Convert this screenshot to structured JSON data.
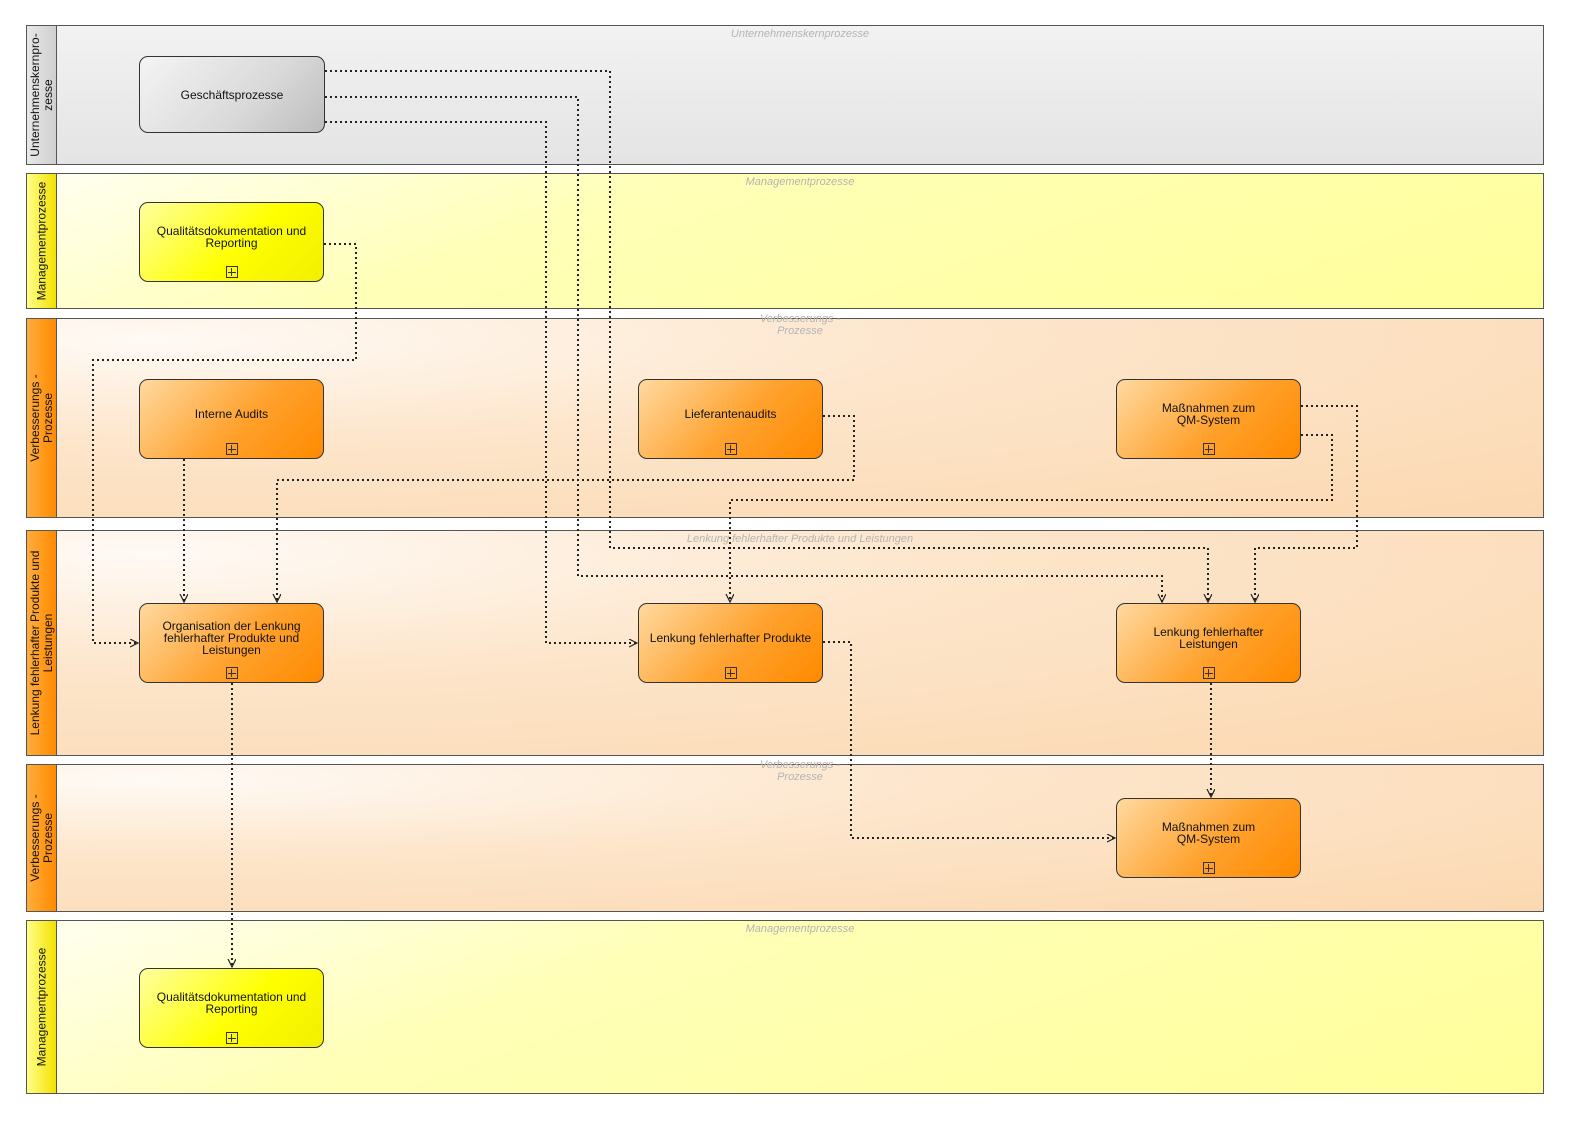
{
  "lanes": [
    {
      "label": "Unternehmenskernpro-\nzesse",
      "watermark": "Unternehmenskernprozesse"
    },
    {
      "label": "Managementprozesse",
      "watermark": "Managementprozesse"
    },
    {
      "label": "Verbesserungs -\nProzesse",
      "watermark": "Verbesserungs -\nProzesse"
    },
    {
      "label": "Lenkung fehlerhafter Produkte und\nLeistungen",
      "watermark": "Lenkung fehlerhafter Produkte und Leistungen"
    },
    {
      "label": "Verbesserungs -\nProzesse",
      "watermark": "Verbesserungs -\nProzesse"
    },
    {
      "label": "Managementprozesse",
      "watermark": "Managementprozesse"
    }
  ],
  "tasks": {
    "geschaeftsprozesse": "Geschäftsprozesse",
    "qualitaetsdoku_1": "Qualitätsdokumentation und\nReporting",
    "interne_audits": "Interne Audits",
    "lieferantenaudits": "Lieferantenaudits",
    "massnahmen_1": "Maßnahmen zum\nQM-System",
    "organisation_lenkung": "Organisation der Lenkung\nfehlerhafter Produkte und\nLeistungen",
    "lenkung_produkte": "Lenkung fehlerhafter Produkte",
    "lenkung_leistungen": "Lenkung fehlerhafter\nLeistungen",
    "massnahmen_2": "Maßnahmen zum\nQM-System",
    "qualitaetsdoku_2": "Qualitätsdokumentation und\nReporting"
  },
  "colors": {
    "grey_lane": "#e6e6e6",
    "yellow_lane": "#ffff9a",
    "orange_lane": "#fbd8b0",
    "orange_task": "#ff8a00",
    "yellow_task": "#ffff00",
    "grey_task": "#d0d0d0",
    "connector": "#222222"
  }
}
